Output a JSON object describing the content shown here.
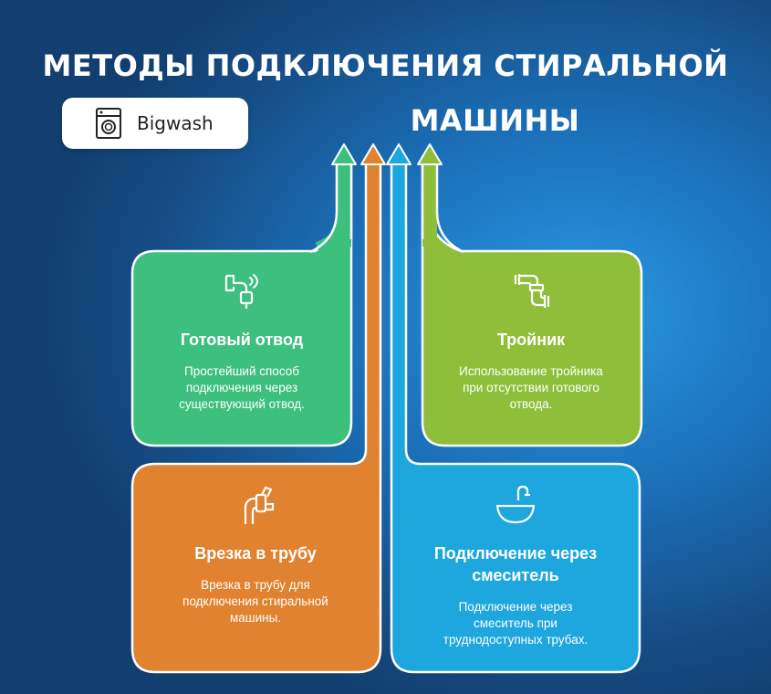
{
  "title": {
    "line1": "МЕТОДЫ ПОДКЛЮЧЕНИЯ СТИРАЛЬНОЙ",
    "line2": "МАШИНЫ"
  },
  "brand": {
    "name": "Bigwash",
    "icon": "washing-machine-icon"
  },
  "colors": {
    "green": "#3dbf7e",
    "orange": "#e0822f",
    "blue": "#1ea6df",
    "olive": "#8fbf3a"
  },
  "cards": {
    "ready_outlet": {
      "title": "Готовый отвод",
      "text": "Простейший способ подключения через существующий отвод.",
      "icon": "faucet-icon"
    },
    "tee": {
      "title": "Тройник",
      "text": "Использование тройника при отсутствии готового отвода.",
      "icon": "pipe-fitting-icon"
    },
    "pipe_tap": {
      "title": "Врезка в трубу",
      "text": "Врезка в трубу для подключения стиральной машины.",
      "icon": "pipe-wrench-icon"
    },
    "mixer": {
      "title": "Подключение через смеситель",
      "text": "Подключение через смеситель при труднодоступных трубах.",
      "icon": "sink-icon"
    }
  }
}
